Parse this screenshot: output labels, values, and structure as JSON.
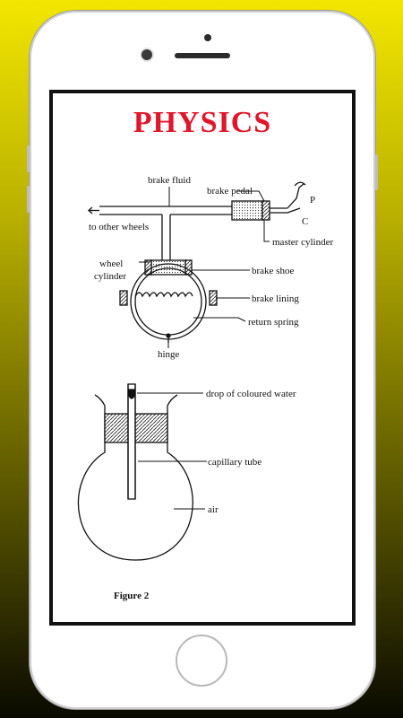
{
  "page": {
    "title": "PHYSICS",
    "title_color": "#e0162b"
  },
  "diagram1": {
    "labels": {
      "brake_fluid": "brake fluid",
      "brake_pedal": "brake pedal",
      "p": "P",
      "c": "C",
      "to_other_wheels": "to other wheels",
      "wheel": "wheel",
      "cylinder": "cylinder",
      "master_cylinder": "master cylinder",
      "brake_shoe": "brake shoe",
      "brake_lining": "brake lining",
      "return_spring": "return spring",
      "hinge": "hinge"
    }
  },
  "diagram2": {
    "labels": {
      "drop": "drop of coloured water",
      "capillary_tube": "capillary tube",
      "air": "air"
    },
    "caption": "Figure 2"
  },
  "icons": [
    "home-button",
    "front-camera",
    "earpiece-speaker"
  ]
}
